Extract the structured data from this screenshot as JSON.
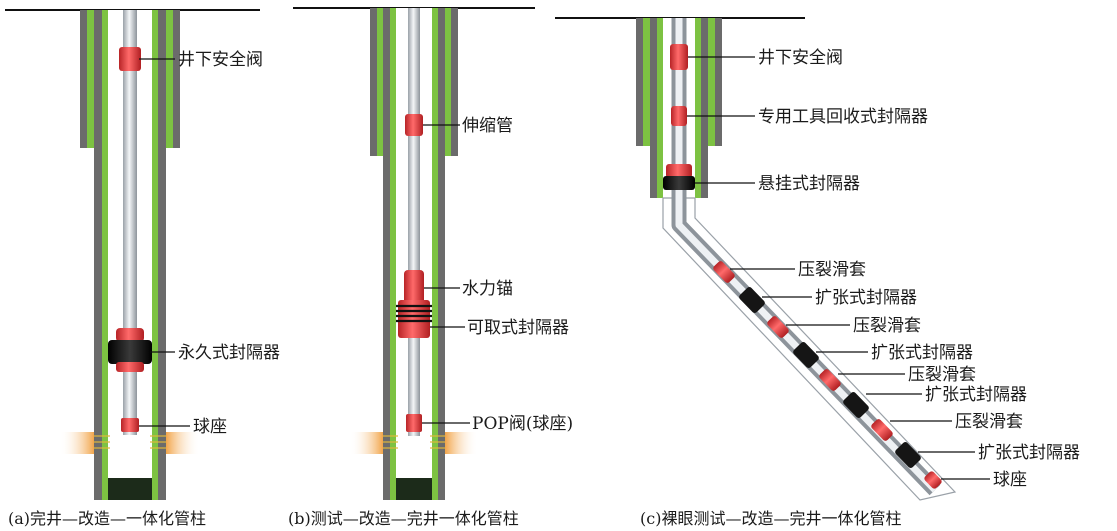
{
  "panel_a": {
    "labels": {
      "safety_valve": "井下安全阀",
      "permanent_packer": "永久式封隔器",
      "ball_seat": "球座"
    },
    "caption": "(a)完井—改造—一体化管柱"
  },
  "panel_b": {
    "labels": {
      "expansion_joint": "伸缩管",
      "hydraulic_anchor": "水力锚",
      "retrievable_packer": "可取式封隔器",
      "pop_valve": "POP阀(球座)"
    },
    "caption": "(b)测试—改造—完井一体化管柱"
  },
  "panel_c": {
    "labels": {
      "safety_valve": "井下安全阀",
      "special_tool_packer": "专用工具回收式封隔器",
      "hanging_packer": "悬挂式封隔器",
      "frac_sleeve_1": "压裂滑套",
      "swell_packer_1": "扩张式封隔器",
      "frac_sleeve_2": "压裂滑套",
      "swell_packer_2": "扩张式封隔器",
      "frac_sleeve_3": "压裂滑套",
      "swell_packer_3": "扩张式封隔器",
      "frac_sleeve_4": "压裂滑套",
      "swell_packer_4": "扩张式封隔器",
      "ball_seat": "球座"
    },
    "caption": "(c)裸眼测试—改造—完井一体化管柱"
  },
  "colors": {
    "casing": "#6b6b6b",
    "cement": "#7dc242",
    "tubing": "#c9ced3",
    "tool_red": "#e03a3c",
    "packer_black": "#151515",
    "bottom_plug": "#1c2b1a",
    "perforation": "#f2a54a"
  }
}
